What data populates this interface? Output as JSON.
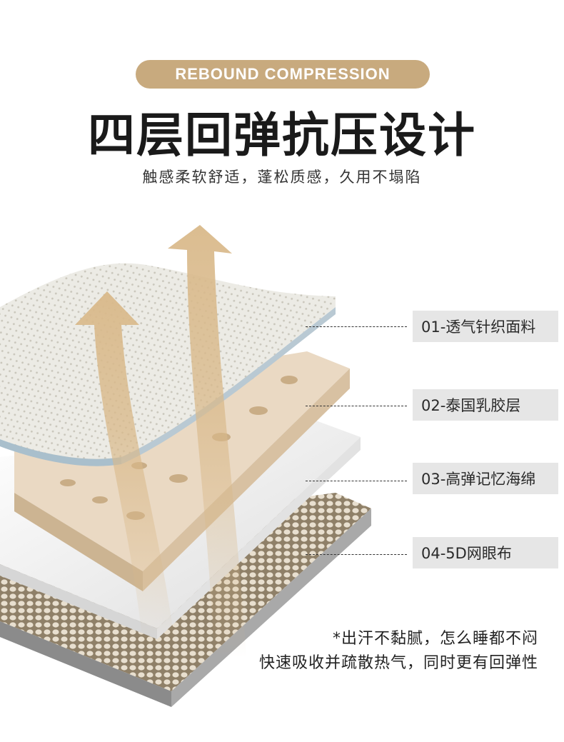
{
  "header": {
    "badge_text": "REBOUND COMPRESSION",
    "title": "四层回弹抗压设计",
    "subtitle": "触感柔软舒适，蓬松质感，久用不塌陷"
  },
  "layers": [
    {
      "label": "01-透气针织面料"
    },
    {
      "label": "02-泰国乳胶层"
    },
    {
      "label": "03-高弹记忆海绵"
    },
    {
      "label": "04-5D网眼布"
    }
  ],
  "footer": {
    "line1": "*出汗不黏腻，怎么睡都不闷",
    "line2": "快速吸收并疏散热气，同时更有回弹性"
  },
  "colors": {
    "accent": "#c8aa7e",
    "knit_fabric": "#e9e7e0",
    "latex": "#ead9c3",
    "memory_foam": "#f4f4f4",
    "mesh": "#b7a689",
    "label_bg": "#e6e6e6"
  },
  "icons": [
    "up-arrow-icon",
    "up-arrow-icon"
  ]
}
